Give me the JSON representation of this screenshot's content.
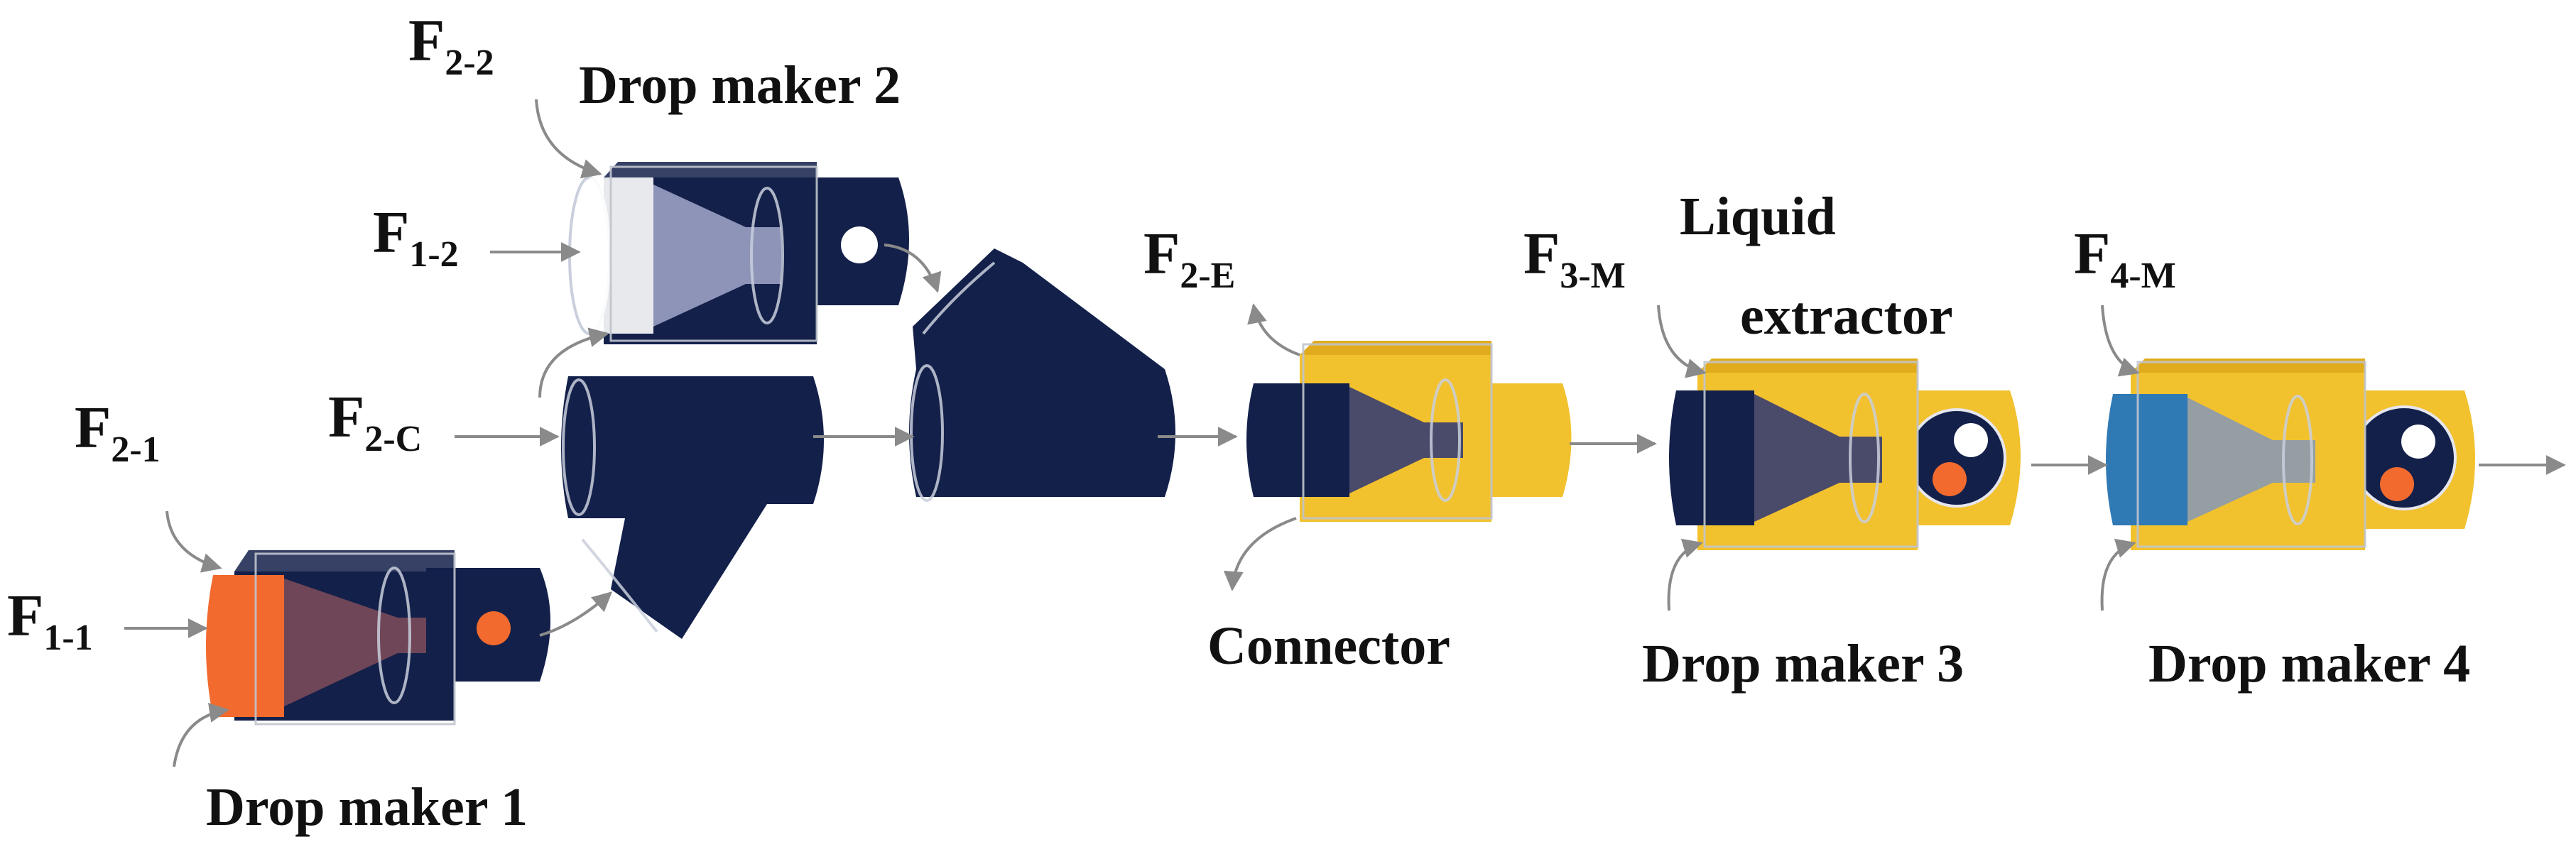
{
  "labels": {
    "drop_maker_1": "Drop maker 1",
    "drop_maker_2": "Drop maker 2",
    "drop_maker_3": "Drop maker 3",
    "drop_maker_4": "Drop maker 4",
    "connector": "Connector",
    "liquid_extractor_line1": "Liquid",
    "liquid_extractor_line2": "extractor"
  },
  "flows": {
    "f11": {
      "main": "F",
      "sub": "1-1"
    },
    "f21": {
      "main": "F",
      "sub": "2-1"
    },
    "f22": {
      "main": "F",
      "sub": "2-2"
    },
    "f12": {
      "main": "F",
      "sub": "1-2"
    },
    "f2c": {
      "main": "F",
      "sub": "2-C"
    },
    "f2e": {
      "main": "F",
      "sub": "2-E"
    },
    "f3m": {
      "main": "F",
      "sub": "3-M"
    },
    "f4m": {
      "main": "F",
      "sub": "4-M"
    }
  },
  "colors": {
    "navy": "#13204a",
    "yellow": "#f2c12e",
    "orange": "#f26a2e",
    "blue": "#2f79b5",
    "arrow_gray": "#8a8a8a"
  }
}
